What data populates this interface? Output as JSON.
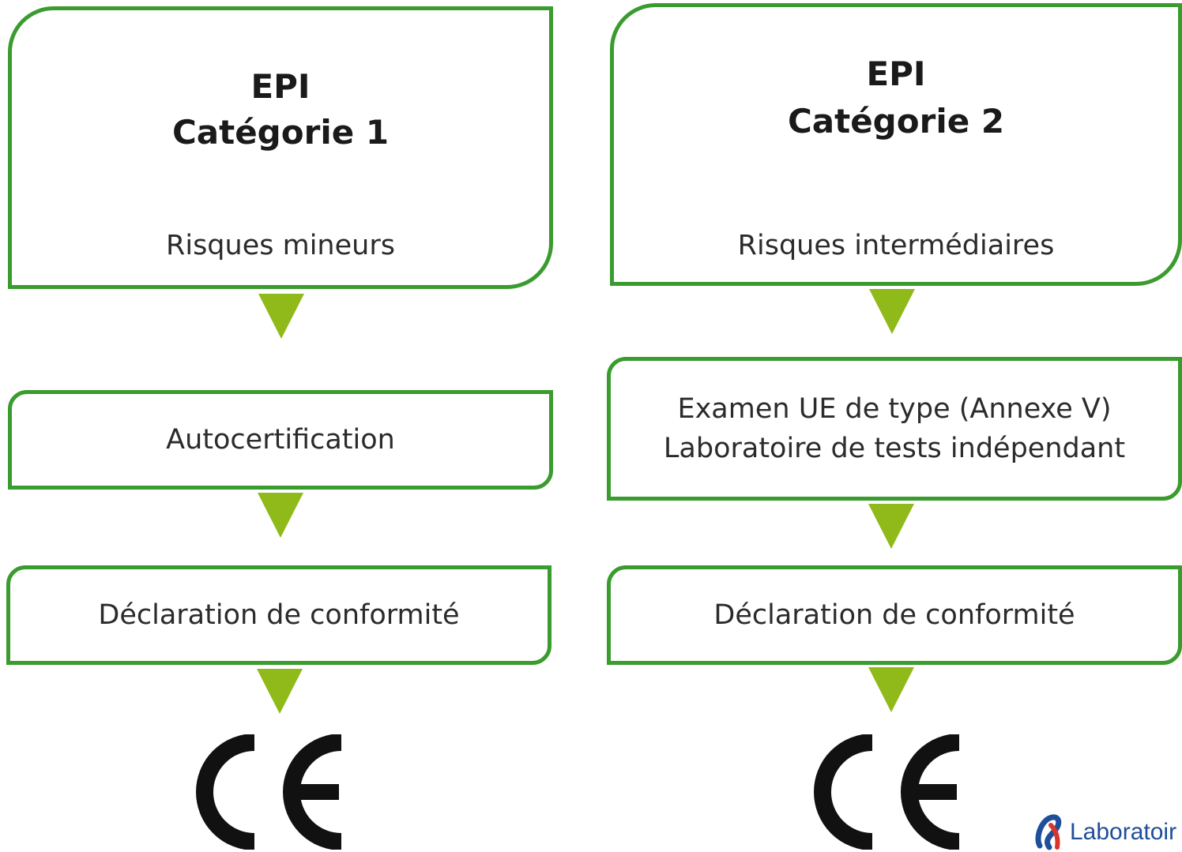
{
  "col1": {
    "title_line1": "EPI",
    "title_line2": "Catégorie 1",
    "risk": "Risques mineurs",
    "step1": "Autocertification",
    "step2": "Déclaration de conformité",
    "mark": "CE"
  },
  "col2": {
    "title_line1": "EPI",
    "title_line2": "Catégorie 2",
    "risk": "Risques intermédiaires",
    "step1_line1": "Examen UE de type (Annexe V)",
    "step1_line2": "Laboratoire de tests indépendant",
    "step2": "Déclaration de conformité",
    "mark": "CE"
  },
  "logo": {
    "text": "Laboratoir"
  },
  "colors": {
    "border": "#3a9b2e",
    "arrow": "#8fba1a",
    "logo": "#1f4e9a"
  }
}
